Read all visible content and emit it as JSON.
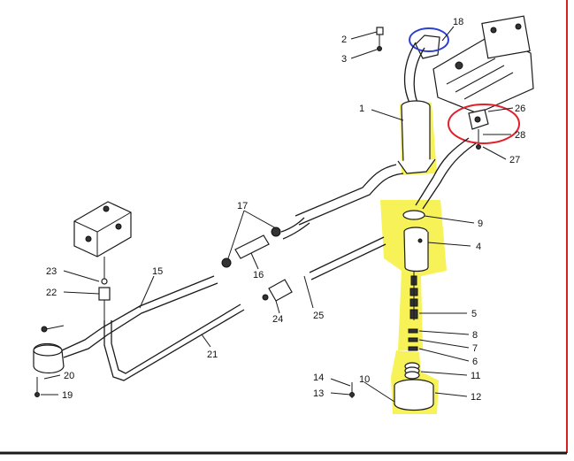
{
  "diagram": {
    "callouts": [
      "1",
      "2",
      "3",
      "4",
      "5",
      "6",
      "7",
      "8",
      "9",
      "10",
      "11",
      "12",
      "13",
      "14",
      "15",
      "16",
      "17",
      "18",
      "19",
      "20",
      "21",
      "22",
      "23",
      "24",
      "25",
      "26",
      "27",
      "28"
    ],
    "colors": {
      "highlight": "#f5f03a",
      "blue_mark": "#2b3fd1",
      "red_mark": "#e0202a",
      "frame_right": "#d62020",
      "frame_bottom": "#1a1a1a"
    }
  }
}
